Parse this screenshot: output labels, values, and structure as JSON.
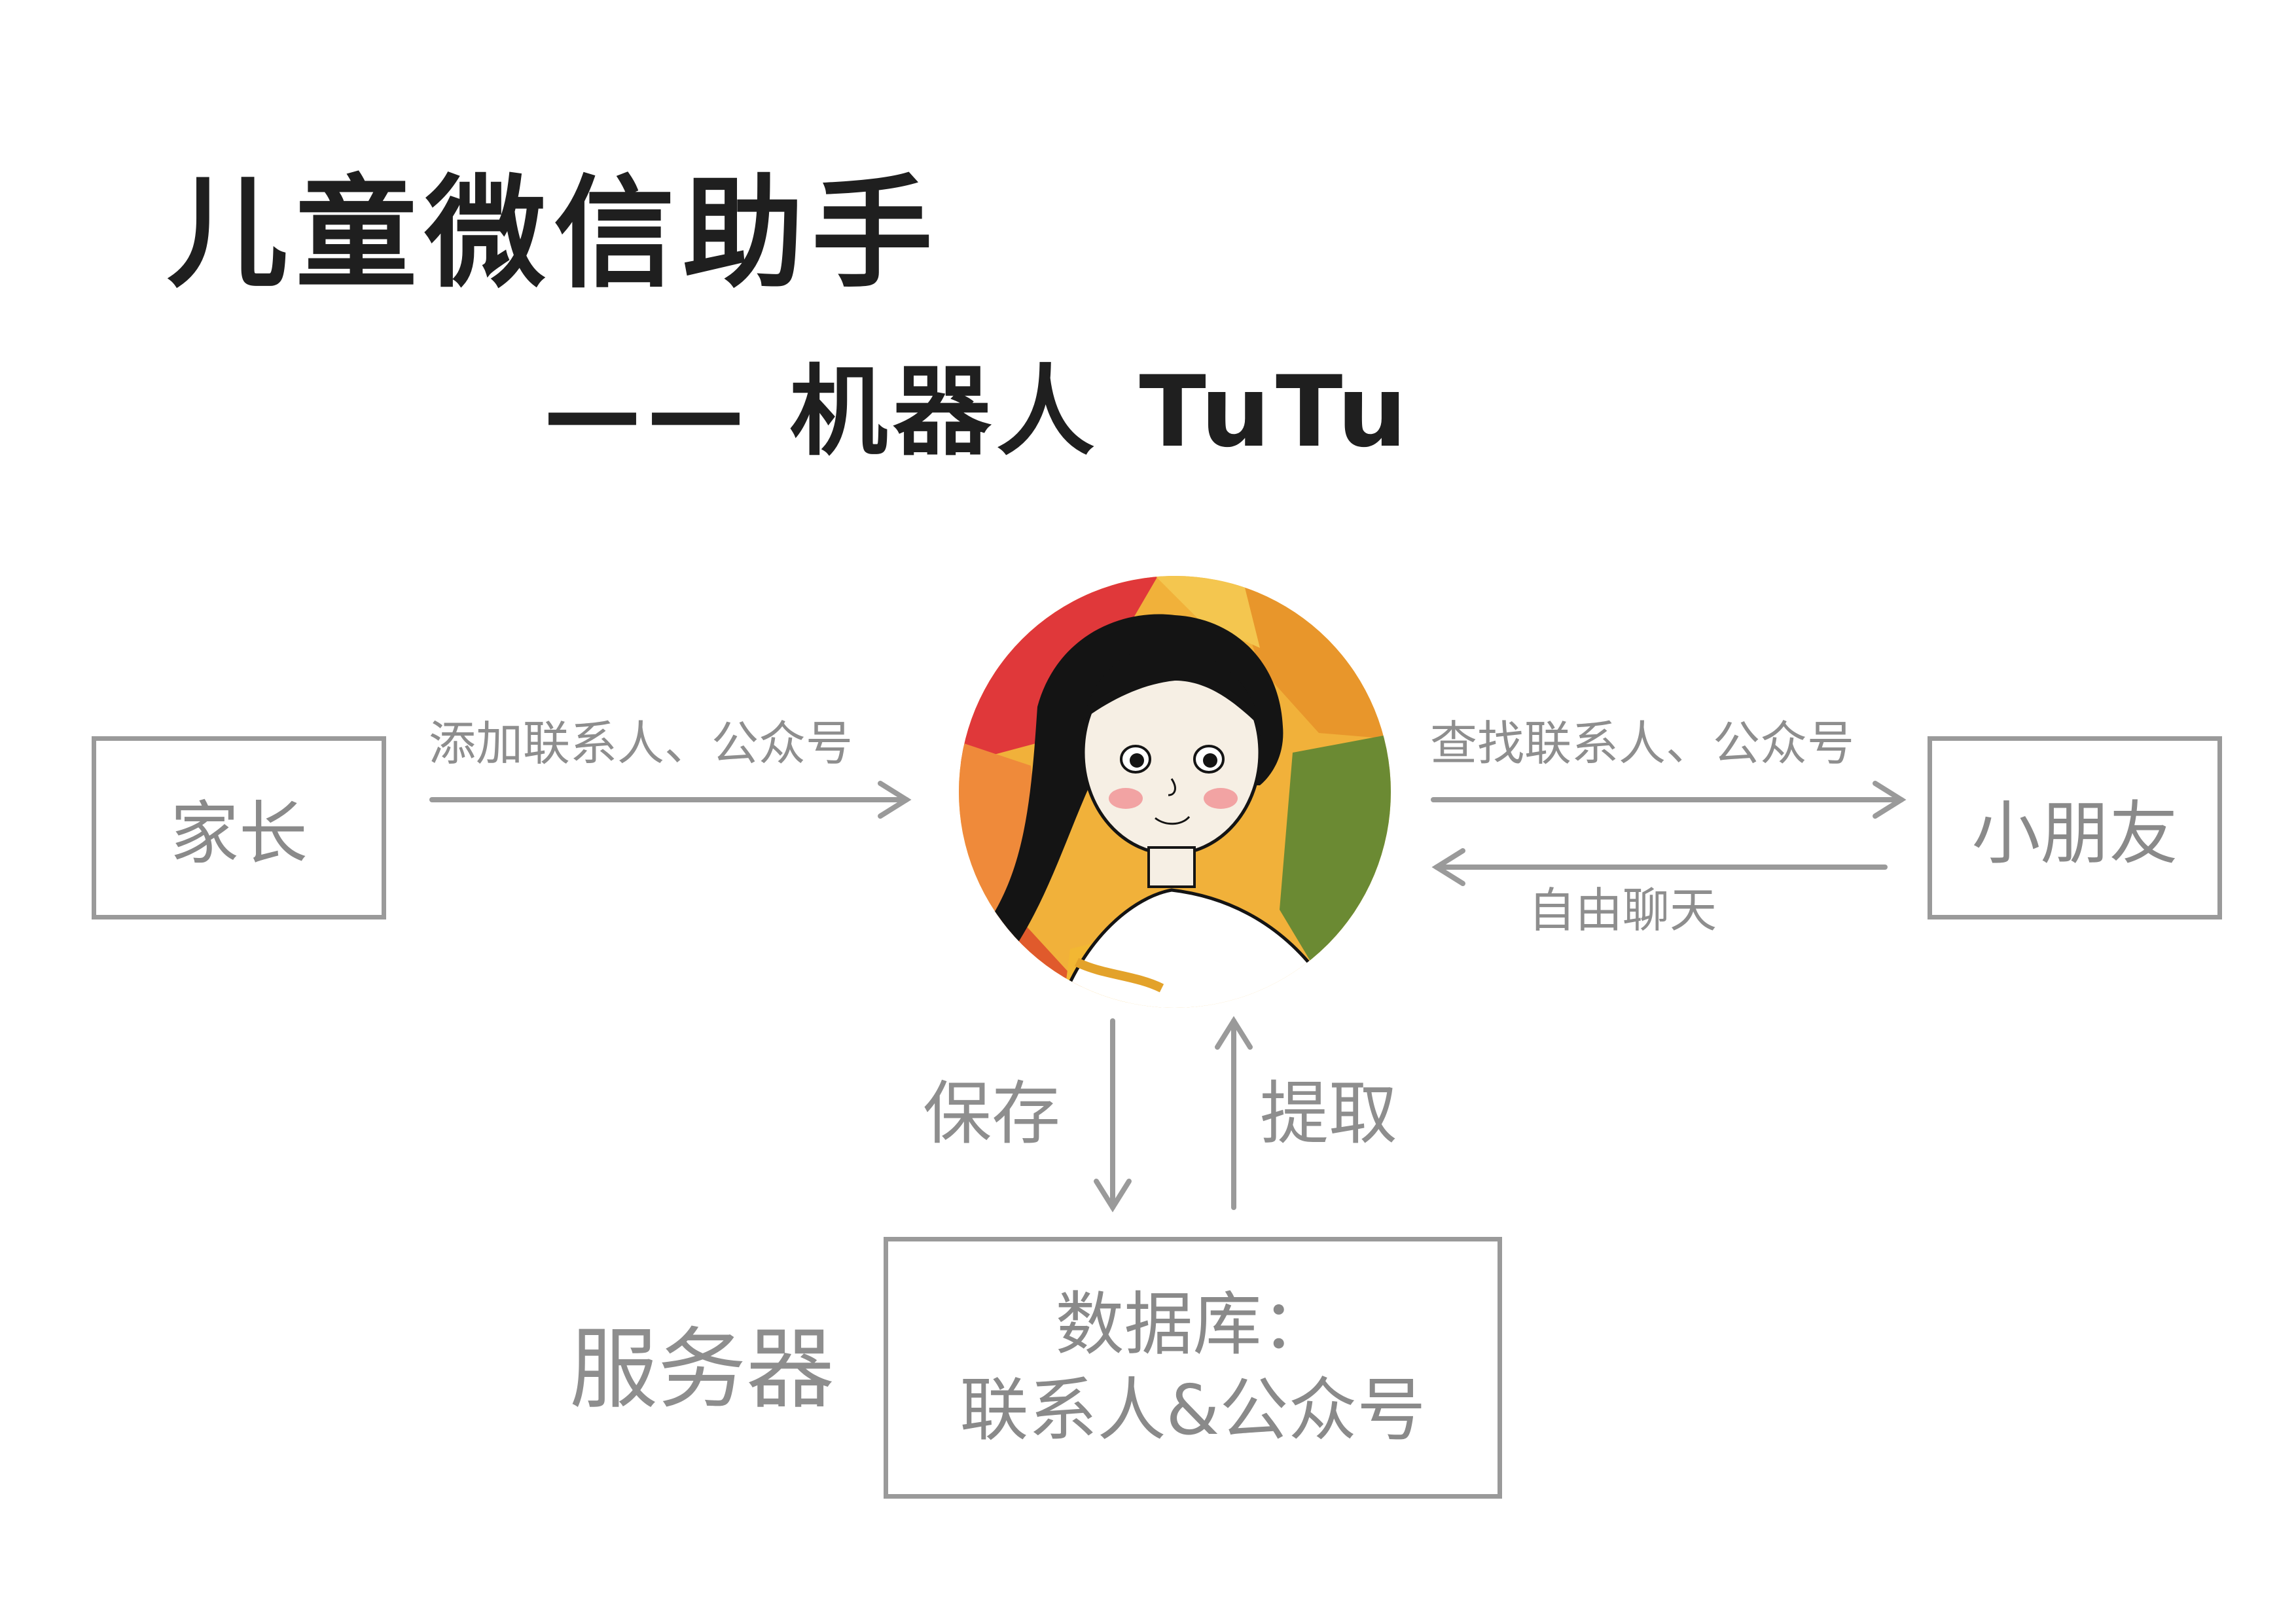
{
  "title": "儿童微信助手",
  "subtitle": "—— 机器人 TuTu",
  "nodes": {
    "parent": "家长",
    "child": "小朋友",
    "server": "服务器",
    "database_line1": "数据库：",
    "database_line2": "联系人&公众号"
  },
  "edges": {
    "parent_to_robot": "添加联系人、公众号",
    "robot_to_child": "查找联系人、公众号",
    "child_to_robot": "自由聊天",
    "robot_to_db": "保存",
    "db_to_robot": "提取"
  },
  "colors": {
    "box_border": "#9a9a9a",
    "arrow": "#9a9a9a",
    "text_gray": "#8e8e8e",
    "title": "#1f1f1f"
  }
}
